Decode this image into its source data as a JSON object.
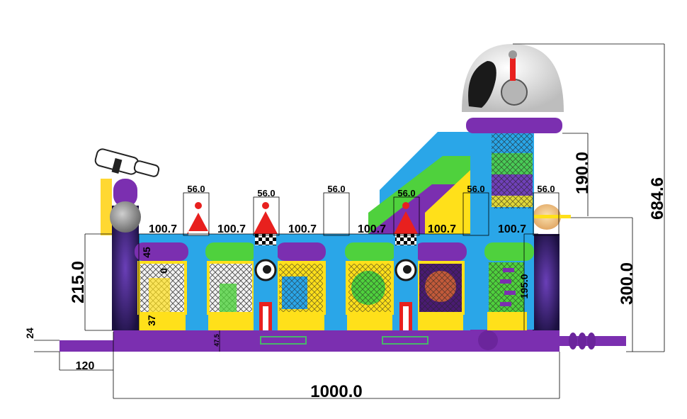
{
  "dimensions": {
    "total_width": "1000.0",
    "total_height": "684.6",
    "platform_height": "300.0",
    "left_tower_height": "215.0",
    "dome_section_height": "190.0",
    "front_ramp_length": "120",
    "base_height": "24",
    "wall_depth": "45",
    "inner_height": "37",
    "inner_small": "0",
    "cell_widths": [
      "100.7",
      "100.7",
      "100.7",
      "100.7",
      "100.7",
      "100.7"
    ],
    "pillar_widths": [
      "56.0",
      "56.0",
      "56.0",
      "56.0",
      "56.0",
      "56.0"
    ],
    "climb_height": "195.0",
    "base_band": "47.5"
  },
  "colors": {
    "purple": "#7b2fb0",
    "dark_purple": "#4a1b72",
    "sky_blue": "#2aa6e8",
    "green": "#4fd13d",
    "yellow": "#ffe01a",
    "red": "#e8201e",
    "white": "#ffffff",
    "grey": "#a9a9a9"
  }
}
